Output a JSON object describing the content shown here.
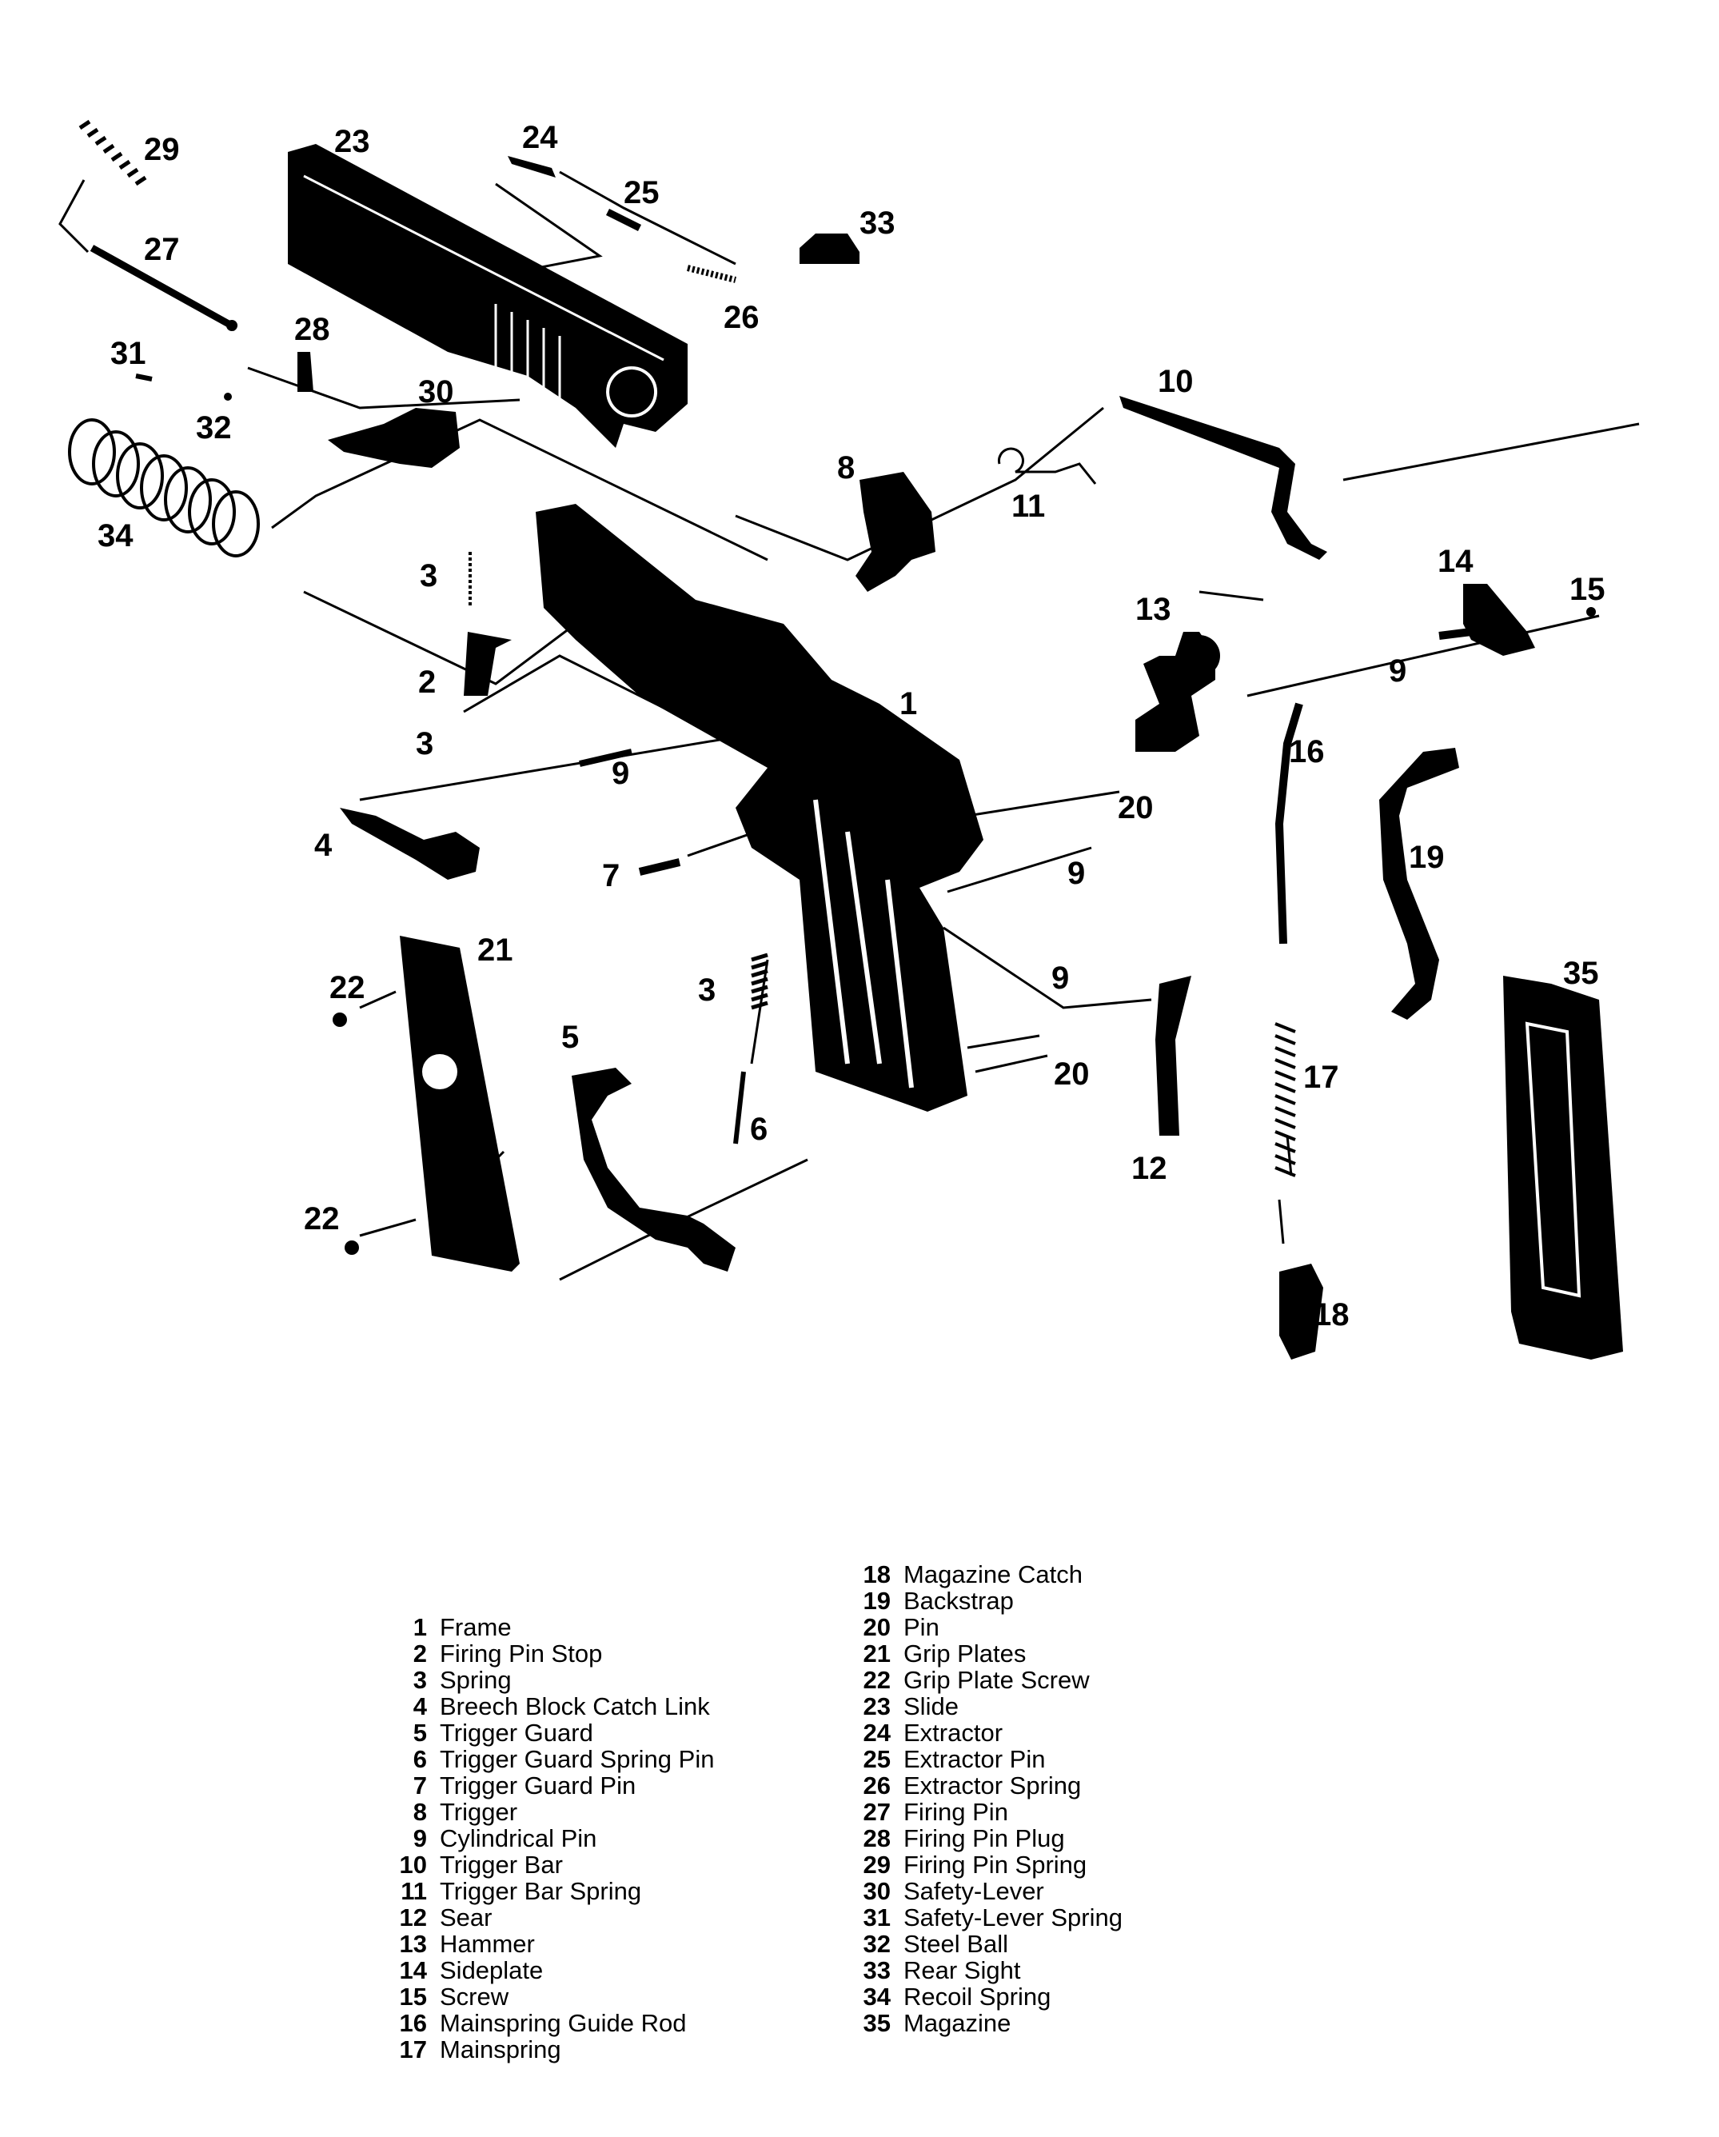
{
  "callouts": {
    "c1": "1",
    "c2": "2",
    "c3a": "3",
    "c3b": "3",
    "c3c": "3",
    "c4": "4",
    "c5": "5",
    "c6": "6",
    "c7": "7",
    "c8": "8",
    "c9a": "9",
    "c9b": "9",
    "c9c": "9",
    "c9d": "9",
    "c10": "10",
    "c11": "11",
    "c12": "12",
    "c13": "13",
    "c14": "14",
    "c15": "15",
    "c16": "16",
    "c17": "17",
    "c18": "18",
    "c19": "19",
    "c20a": "20",
    "c20b": "20",
    "c21": "21",
    "c22a": "22",
    "c22b": "22",
    "c23": "23",
    "c24": "24",
    "c25": "25",
    "c26": "26",
    "c27": "27",
    "c28": "28",
    "c29": "29",
    "c30": "30",
    "c31": "31",
    "c32": "32",
    "c33": "33",
    "c34": "34",
    "c35": "35"
  },
  "legend_left": [
    {
      "num": "1",
      "name": "Frame"
    },
    {
      "num": "2",
      "name": "Firing Pin Stop"
    },
    {
      "num": "3",
      "name": "Spring"
    },
    {
      "num": "4",
      "name": "Breech Block Catch Link"
    },
    {
      "num": "5",
      "name": "Trigger Guard"
    },
    {
      "num": "6",
      "name": "Trigger Guard Spring Pin"
    },
    {
      "num": "7",
      "name": "Trigger Guard Pin"
    },
    {
      "num": "8",
      "name": "Trigger"
    },
    {
      "num": "9",
      "name": "Cylindrical Pin"
    },
    {
      "num": "10",
      "name": "Trigger Bar"
    },
    {
      "num": "11",
      "name": "Trigger Bar Spring"
    },
    {
      "num": "12",
      "name": "Sear"
    },
    {
      "num": "13",
      "name": "Hammer"
    },
    {
      "num": "14",
      "name": "Sideplate"
    },
    {
      "num": "15",
      "name": "Screw"
    },
    {
      "num": "16",
      "name": "Mainspring Guide Rod"
    },
    {
      "num": "17",
      "name": "Mainspring"
    }
  ],
  "legend_right": [
    {
      "num": "18",
      "name": "Magazine Catch"
    },
    {
      "num": "19",
      "name": "Backstrap"
    },
    {
      "num": "20",
      "name": "Pin"
    },
    {
      "num": "21",
      "name": "Grip Plates"
    },
    {
      "num": "22",
      "name": "Grip Plate Screw"
    },
    {
      "num": "23",
      "name": "Slide"
    },
    {
      "num": "24",
      "name": "Extractor"
    },
    {
      "num": "25",
      "name": "Extractor Pin"
    },
    {
      "num": "26",
      "name": "Extractor Spring"
    },
    {
      "num": "27",
      "name": "Firing Pin"
    },
    {
      "num": "28",
      "name": "Firing Pin Plug"
    },
    {
      "num": "29",
      "name": "Firing Pin Spring"
    },
    {
      "num": "30",
      "name": "Safety-Lever"
    },
    {
      "num": "31",
      "name": "Safety-Lever Spring"
    },
    {
      "num": "32",
      "name": "Steel Ball"
    },
    {
      "num": "33",
      "name": "Rear Sight"
    },
    {
      "num": "34",
      "name": "Recoil Spring"
    },
    {
      "num": "35",
      "name": "Magazine"
    }
  ]
}
